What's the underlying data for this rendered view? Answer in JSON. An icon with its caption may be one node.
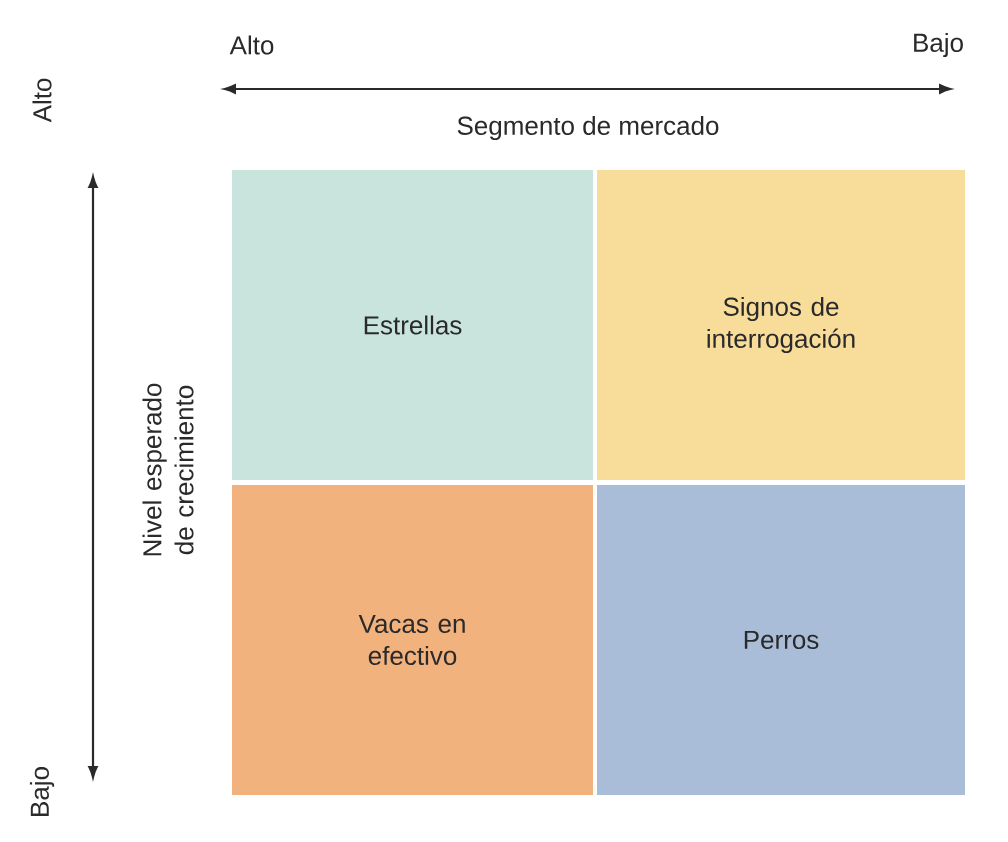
{
  "diagram": {
    "nodes": [
      {
        "text": [
          "Estrellas"
        ]
      },
      {
        "text": [
          "Signos de interrogación"
        ]
      },
      {
        "text": [
          "Vacas en efectivo"
        ]
      },
      {
        "text": [
          "Perros"
        ]
      }
    ],
    "labels": [
      "Alto",
      "Bajo",
      "Segmento de mercado",
      "Alto",
      "Nivel esperado de crecimiento",
      "Bajo"
    ]
  }
}
